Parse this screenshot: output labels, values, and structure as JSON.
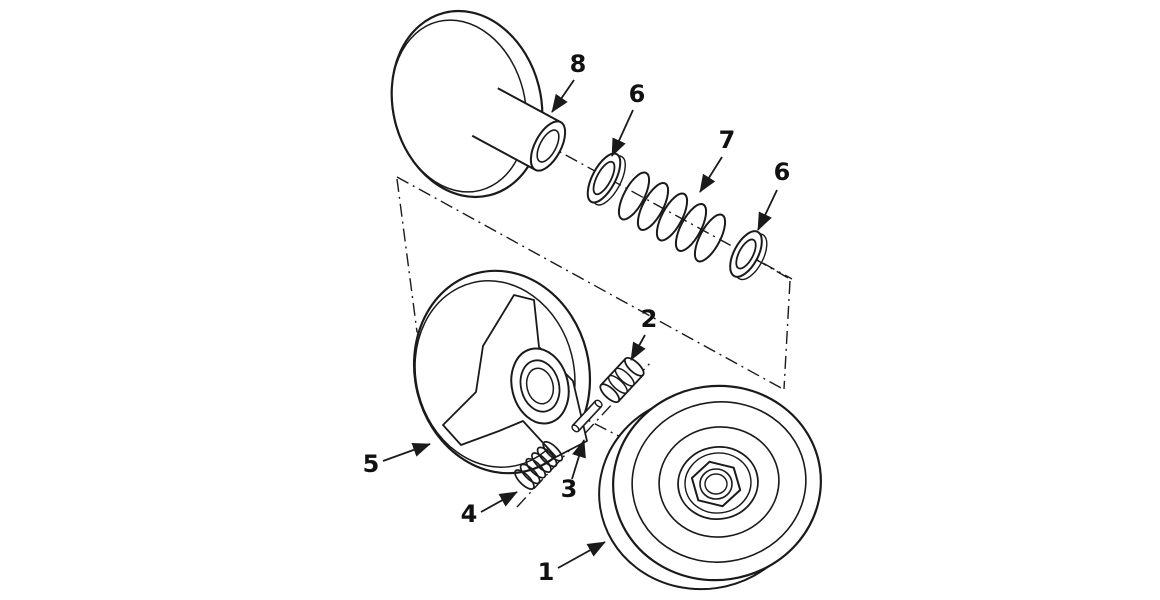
{
  "diagram": {
    "type": "exploded-parts-diagram",
    "style": {
      "line_color": "#1a1a1a",
      "background": "#ffffff"
    },
    "callouts": [
      {
        "label": "8",
        "part": "shaft-post"
      },
      {
        "label": "6",
        "part": "front-washer"
      },
      {
        "label": "7",
        "part": "compression-spring"
      },
      {
        "label": "6",
        "part": "rear-washer"
      },
      {
        "label": "2",
        "part": "roller-plunger"
      },
      {
        "label": "5",
        "part": "movable-sheave"
      },
      {
        "label": "3",
        "part": "pin"
      },
      {
        "label": "4",
        "part": "small-spring"
      },
      {
        "label": "1",
        "part": "drive-drum-pulley"
      }
    ]
  }
}
